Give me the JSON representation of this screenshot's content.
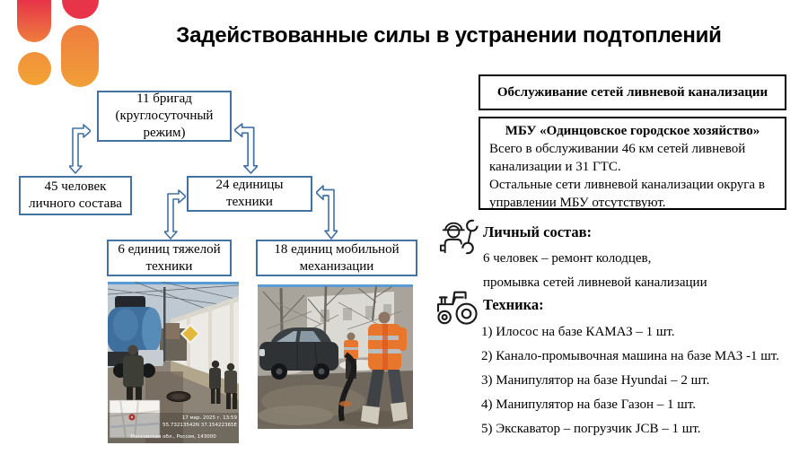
{
  "slide": {
    "title": "Задействованные силы в устранении подтоплений"
  },
  "flowchart": {
    "brigades": "11 бригад (круглосуточный режим)",
    "personnel": "45 человек личного состава",
    "equipment": "24 единицы техники",
    "heavy": "6 единиц тяжелой техники",
    "mobile": "18 единиц мобильной механизации"
  },
  "right_panel": {
    "header": "Обслуживание сетей ливневой канализации",
    "org_box": {
      "title": "МБУ «Одинцовское городское хозяйство»",
      "line1": "Всего в обслуживании 46 км сетей ливневой канализации и 31 ГТС.",
      "line2": "Остальные сети ливневой канализации округа в управлении МБУ отсутствуют."
    },
    "personnel_section": {
      "icon": "worker-wrench-icon",
      "heading": "Личный состав:",
      "line1": "6 человек – ремонт колодцев,",
      "line2": "промывка сетей ливневой канализации"
    },
    "tech_section": {
      "icon": "tractor-icon",
      "heading": "Техника:",
      "items": [
        "1) Илосос на базе КАМАЗ – 1 шт.",
        "2) Канало-промывочная машина на базе МАЗ -1 шт.",
        "3) Манипулятор на базе Hyundai – 2 шт.",
        "4) Манипулятор на базе Газон – 1 шт.",
        "5) Экскаватор – погрузчик JCB – 1 шт."
      ]
    }
  },
  "photos": {
    "left": {
      "timestamp": "17 мар. 2025 г. 13:59",
      "coords": "55.73213542N 37.15422365E",
      "address": "Московская обл., Россия, 143000"
    }
  },
  "colors": {
    "flowchart_blue": "#4472a4",
    "logo_red": "#e73349",
    "logo_orange": "#f1a039",
    "vest_orange": "#e8762c"
  }
}
